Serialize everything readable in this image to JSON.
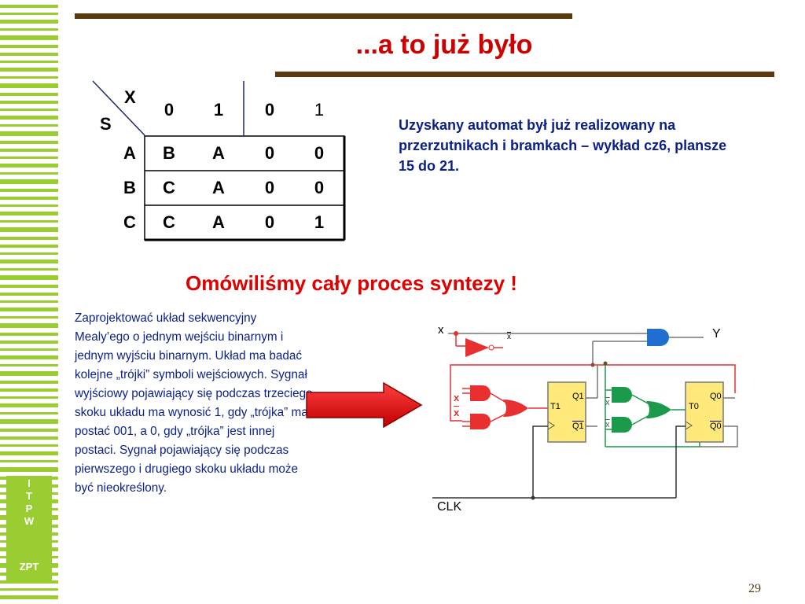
{
  "sidebar": {
    "letters": [
      "I",
      "T",
      "P",
      "W"
    ],
    "zpt": "ZPT"
  },
  "title": "...a to już było",
  "table": {
    "row_header_label": "S",
    "col_header_label": "X",
    "columns": [
      "0",
      "1",
      "0",
      "1"
    ],
    "rows": [
      {
        "state": "A",
        "cells": [
          "B",
          "A",
          "0",
          "0"
        ]
      },
      {
        "state": "B",
        "cells": [
          "C",
          "A",
          "0",
          "0"
        ]
      },
      {
        "state": "C",
        "cells": [
          "C",
          "A",
          "0",
          "1"
        ]
      }
    ]
  },
  "description": "Uzyskany automat był już realizowany na przerzutnikach i bramkach – wykład cz6, plansze 15 do 21.",
  "subtitle": "Omówiliśmy cały proces syntezy !",
  "paragraph": "Zaprojektować układ sekwencyjny Mealy’ego o jednym wejściu binarnym i jednym wyjściu binarnym. Układ ma badać kolejne „trójki” symboli wejściowych. Sygnał wyjściowy pojawiający się podczas trzeciego skoku układu ma wynosić 1, gdy „trójka” ma postać 001, a 0, gdy „trójka” jest innej postaci. Sygnał pojawiający się podczas pierwszego i drugiego skoku układu może być nieokreślony.",
  "circuit": {
    "input_label": "x",
    "input_neg_label": "x",
    "output_label": "Y",
    "clk_label": "CLK",
    "ff1": {
      "t": "T1",
      "q": "Q1",
      "qbar": "Q1"
    },
    "ff0": {
      "t": "T0",
      "q": "Q0",
      "qbar": "Q0"
    },
    "left_inputs": [
      "x",
      "x"
    ],
    "mid_inputs": [
      "x",
      "x"
    ]
  },
  "page_number": "29",
  "colors": {
    "accent_red": "#cc0000",
    "text_blue": "#0a1f8a",
    "bar_brown": "#5c3a10",
    "stripe_green": "#9acd32",
    "gate_blue": "#1e6fd0",
    "gate_red": "#e83030",
    "gate_green": "#1a9a4a",
    "ff_yellow": "#ffe97a"
  }
}
